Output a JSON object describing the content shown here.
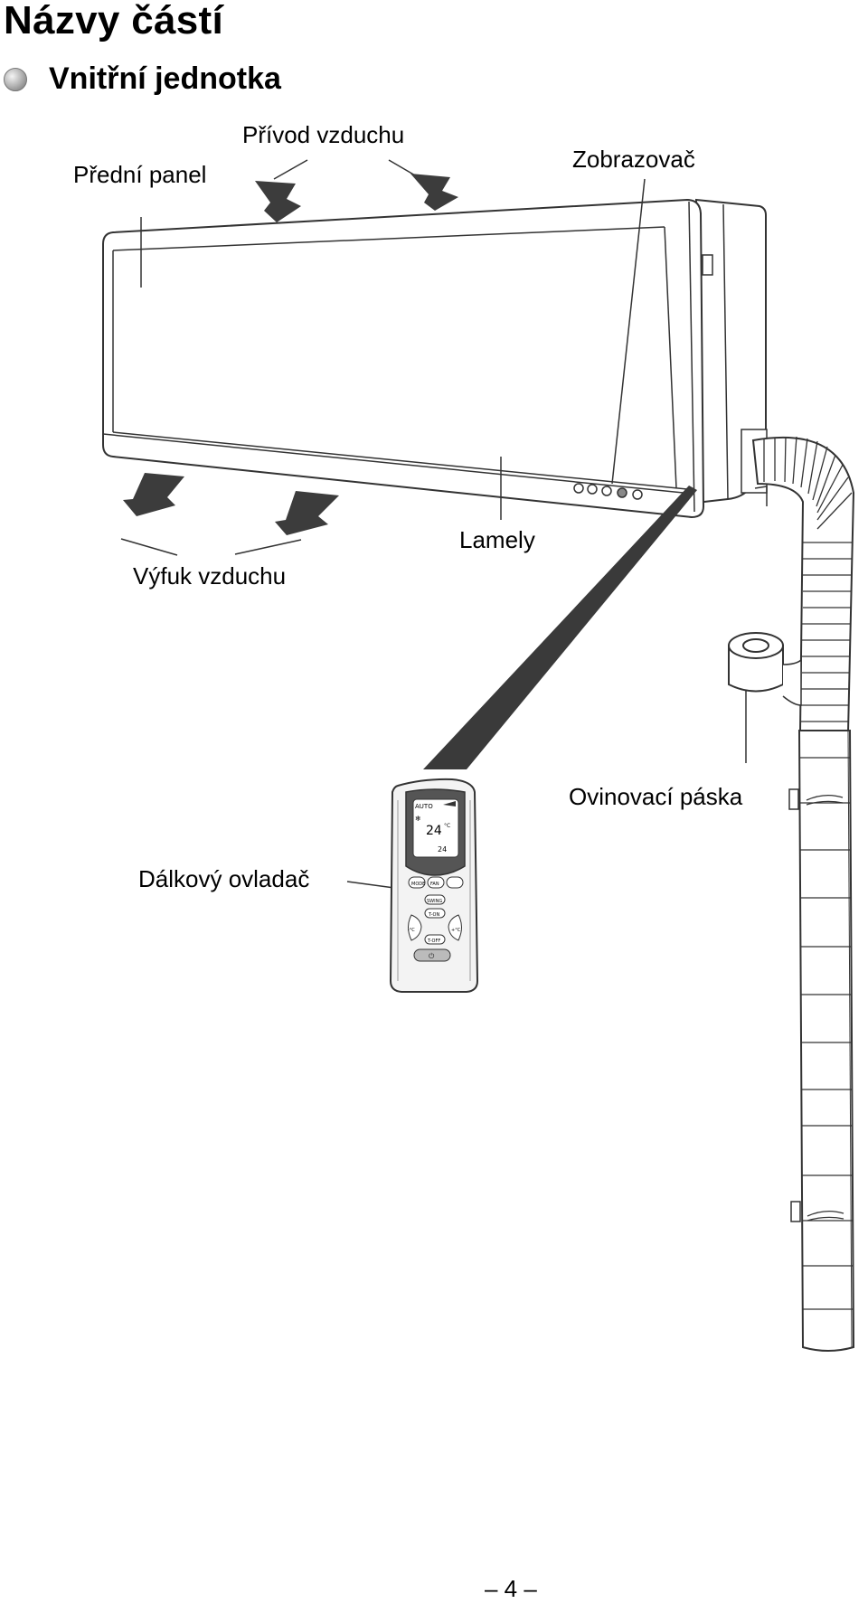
{
  "page": {
    "title": "Názvy částí",
    "section_title": "Vnitřní jednotka",
    "page_number": "– 4 –"
  },
  "labels": {
    "front_panel": "Přední panel",
    "air_inlet": "Přívod vzduchu",
    "display": "Zobrazovač",
    "air_outlet": "Výfuk vzduchu",
    "louvers": "Lamely",
    "wrapping_tape": "Ovinovací páska",
    "remote_control": "Dálkový ovladač"
  },
  "remote": {
    "mode_text": "AUTO",
    "temp_text": "24",
    "temp_unit": "°C",
    "small_temp": "24",
    "btn_mode": "MODE",
    "btn_fan": "FAN",
    "btn_swing": "SWING",
    "btn_ton": "T-ON",
    "btn_toff": "T-OFF",
    "btn_up": "+°C",
    "btn_down": "-°C"
  }
}
